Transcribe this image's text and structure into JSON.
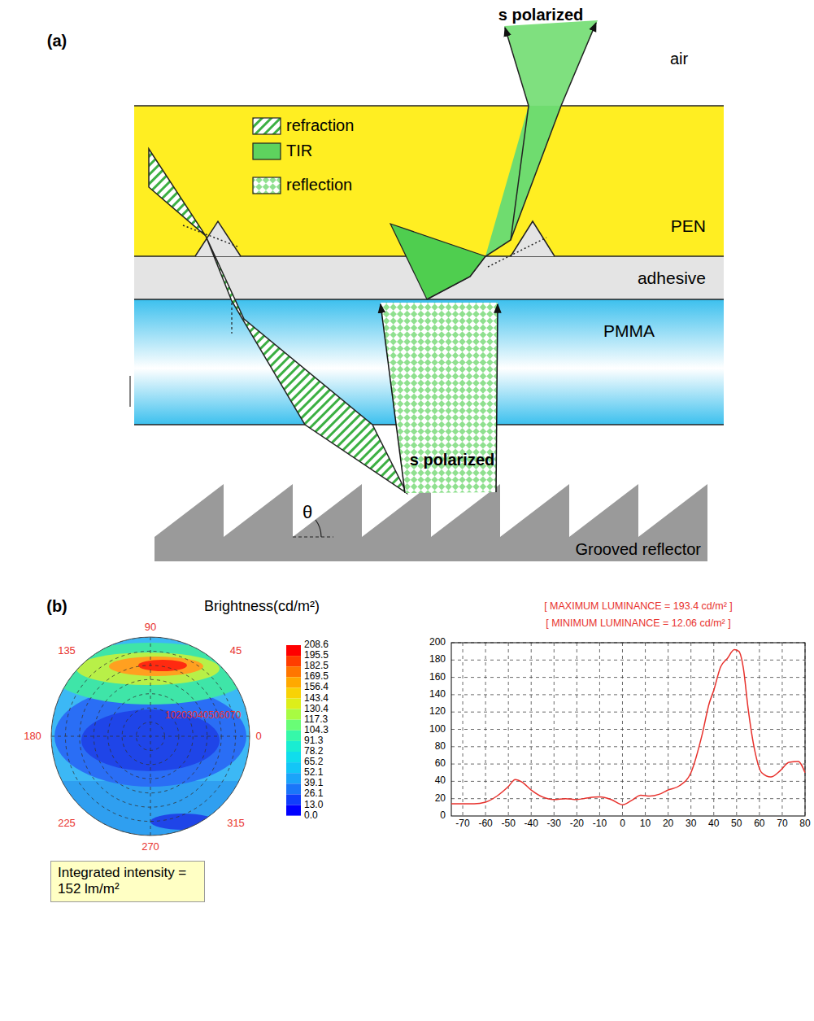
{
  "diagram": {
    "nodes": [
      {
        "text": [
          "PEN"
        ]
      },
      {
        "text": [
          "adhesive"
        ]
      },
      {
        "text": [
          "PMMA"
        ]
      },
      {
        "text": [
          "Grooved reflector"
        ]
      },
      {
        "text": [
          "Integrated intensity = 152 lm/m²"
        ]
      }
    ],
    "labels": [
      "(a)",
      "s polarized",
      "air",
      "s polarized",
      "θ",
      "(b)",
      "Brightness(cd/m²)",
      "90",
      "135",
      "45",
      "180",
      "10203040506070",
      "0",
      "225",
      "315",
      "270",
      "208.6",
      "195.5",
      "182.5",
      "169.5",
      "156.4",
      "143.4",
      "130.4",
      "117.3",
      "104.3",
      "91.3",
      "78.2",
      "65.2",
      "52.1",
      "39.1",
      "26.1",
      "13.0",
      "0.0",
      "[ MAXIMUM LUMINANCE = 193.4 cd/m² ]",
      "[ MINIMUM LUMINANCE = 12.06 cd/m² ]",
      "200",
      "180",
      "160",
      "140",
      "120",
      "100",
      "80",
      "60",
      "40",
      "20",
      "0",
      "-70",
      "-60",
      "-50",
      "-40",
      "-30",
      "-20",
      "-10",
      "0",
      "10",
      "20",
      "30",
      "40",
      "50",
      "60",
      "70",
      "80"
    ],
    "legend": [
      {
        "text": "refraction"
      },
      {
        "text": "TIR",
        "color": "#5ed35e"
      },
      {
        "text": "reflection"
      }
    ]
  }
}
